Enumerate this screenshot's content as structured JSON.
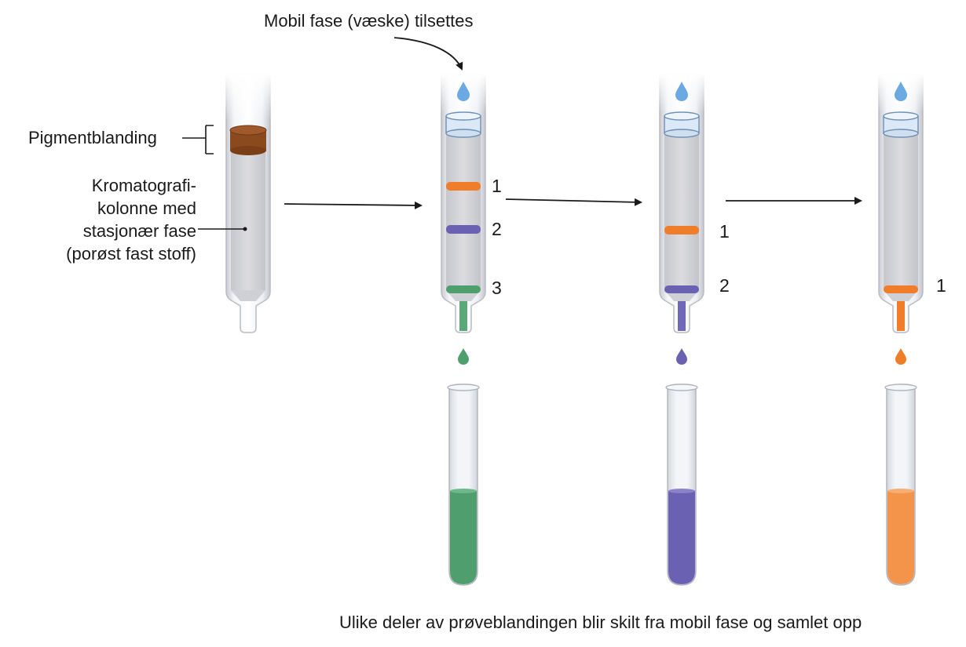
{
  "labels": {
    "mobile_phase": "Mobil fase (væske) tilsettes",
    "pigment_mix": "Pigmentblanding",
    "column_line1": "Kromatografi-",
    "column_line2": "kolonne med",
    "column_line3": "stasjonær fase",
    "column_line4": "(porøst fast stoff)",
    "caption": "Ulike deler av prøveblandingen blir skilt fra mobil fase og samlet opp"
  },
  "band_labels": {
    "col2_b1": "1",
    "col2_b2": "2",
    "col2_b3": "3",
    "col3_b1": "1",
    "col3_b2": "2",
    "col4_b1": "1"
  },
  "colors": {
    "pigment": "#8a4a1e",
    "orange": "#f07d2a",
    "purple": "#6a61b3",
    "green": "#4f9e6e",
    "droplet_blue": "#6aa9e2",
    "column_fill": "#d6d6da",
    "arrow": "#1a1a1a"
  }
}
